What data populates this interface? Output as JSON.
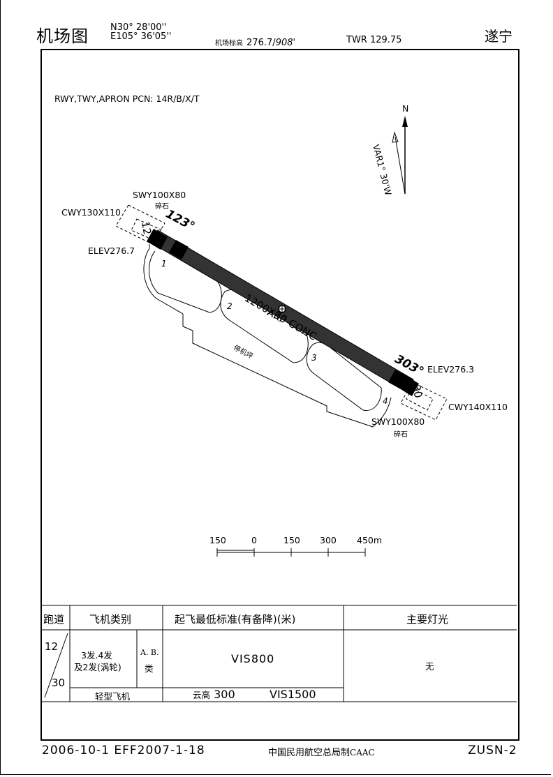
{
  "header": {
    "title": "机场图",
    "lat": "N30° 28'00''",
    "lon": "E105° 36'05''",
    "elev_label": "机场标高",
    "elev_m": "276.7/",
    "elev_ft": "908'",
    "twr": "TWR 129.75",
    "city": "遂宁"
  },
  "chart": {
    "pcn": "RWY,TWY,APRON PCN: 14R/B/X/T",
    "north": "N",
    "var": "VAR1° 30'W",
    "swy_nw": "SWY100X80",
    "swy_nw_sub": "碎石",
    "cwy_nw": "CWY130X110",
    "rwy12": "12",
    "hdg123": "123°",
    "elev_nw": "ELEV276.7",
    "twy1": "1",
    "twy2": "2",
    "twy3": "3",
    "twy4": "4",
    "rwy_dims": "1200X30 CONC",
    "arp": "ARP",
    "apron": "停机坪",
    "hdg303": "303°",
    "elev_se": "ELEV276.3",
    "rwy30": "30",
    "cwy_se": "CWY140X110",
    "swy_se": "SWY100X80",
    "swy_se_sub": "碎石",
    "scale": [
      "150",
      "0",
      "150",
      "300",
      "450m"
    ]
  },
  "table": {
    "h_rwy": "跑道",
    "h_aircraft": "飞机类别",
    "h_minima": "起飞最低标准(有备降)(米)",
    "h_lights": "主要灯光",
    "rwy_top": "12",
    "rwy_bottom": "30",
    "engines_1": "3发.4发",
    "engines_2": "及2发(涡轮)",
    "cat_1": "A. B.",
    "cat_2": "类",
    "vis": "VIS800",
    "lights": "无",
    "light_ac": "轻型飞机",
    "ceiling_label": "云高",
    "ceiling_val": "300",
    "vis_light": "VIS1500"
  },
  "footer": {
    "dates": "2006-10-1 EFF2007-1-18",
    "authority": "中国民用航空总局制",
    "caac": "CAAC",
    "chart_id": "ZUSN-2"
  }
}
